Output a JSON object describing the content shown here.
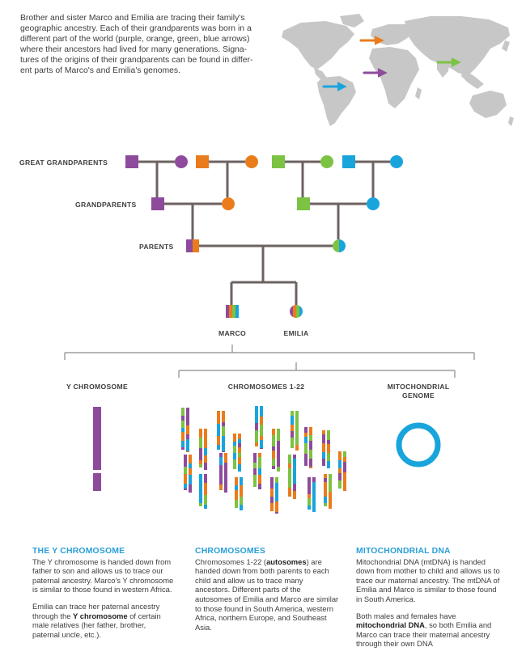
{
  "intro": {
    "lines": [
      "Brother and sister Marco and Emilia are tracing their family's",
      "geographic ancestry. Each of their grandparents was born in a",
      "different part of the world (purple, orange, green, blue arrows)",
      "where their ancestors had lived for many generations. Signa-",
      "tures of the origins of their grandparents can be found in differ-",
      "ent parts of Marco's and Emilia's genomes."
    ]
  },
  "colors": {
    "purple": "#8e4b9c",
    "orange": "#ea7c1c",
    "green": "#7cc243",
    "blue": "#1aa4dc",
    "connector": "#6d6262",
    "bracket": "#8a8a8a",
    "map": "#c7c7c7",
    "heading": "#2a9fd8"
  },
  "tree": {
    "labels": {
      "great_grandparents": "GREAT GRANDPARENTS",
      "grandparents": "GRANDPARENTS",
      "parents": "PARENTS",
      "marco": "MARCO",
      "emilia": "EMILIA"
    }
  },
  "sections": {
    "y": {
      "label": "Y CHROMOSOME",
      "heading": "THE Y CHROMOSOME",
      "p1": "The Y chromosome is handed down from father to son and allows us to trace our paternal ancestry. Marco's Y chromosome is similar to those found in western Africa.",
      "p2_pre": "Emilia can trace her paternal ancestry through the ",
      "p2_bold": "Y chromosome",
      "p2_post": " of certain male relatives (her father, brother, paternal uncle, etc.)."
    },
    "auto": {
      "label": "CHROMOSOMES 1-22",
      "heading": "CHROMOSOMES",
      "p1_pre": "Chromosomes 1-22 (",
      "p1_bold": "autosomes",
      "p1_post": ") are handed down from both parents to each child and allow us to trace many ancestors. Different parts of the autosomes of Emilia and Marco are similar to those found in South America, western Africa, northern Europe, and Southeast Asia."
    },
    "mito": {
      "label_line1": "MITOCHONDRIAL",
      "label_line2": "GENOME",
      "heading": "MITOCHONDRIAL DNA",
      "p1": "Mitochondrial DNA (mtDNA) is handed down from mother to child and allows us to trace our maternal ancestry. The mtDNA of Emilia and Marco is similar to those found in South America.",
      "p2_pre": "Both males and females have ",
      "p2_bold": "mitochondrial DNA",
      "p2_post": ", so both Emilia and Marco can trace their maternal ancestry through their own DNA"
    }
  }
}
